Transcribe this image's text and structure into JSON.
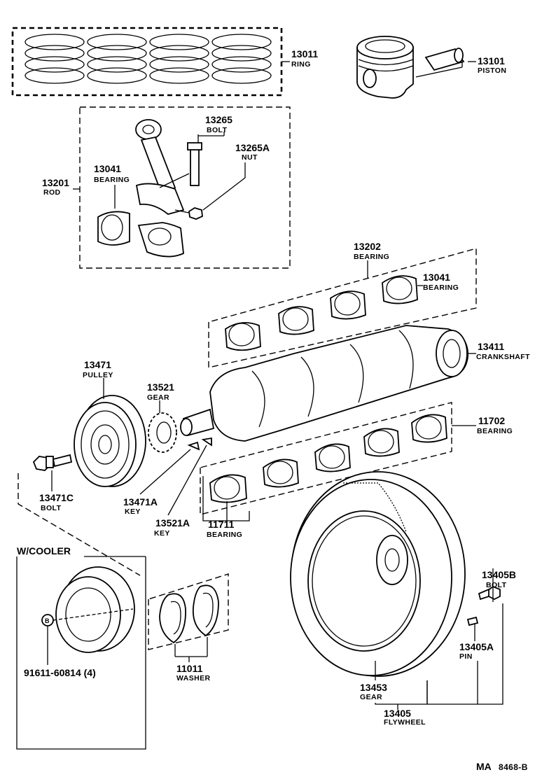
{
  "parts": {
    "ring": {
      "number": "13011",
      "name": "RING"
    },
    "piston": {
      "number": "13101",
      "name": "PISTON"
    },
    "bolt_13265": {
      "number": "13265",
      "name": "BOLT"
    },
    "nut_13265a": {
      "number": "13265A",
      "name": "NUT"
    },
    "rod": {
      "number": "13201",
      "name": "ROD"
    },
    "rod_bearing": {
      "number": "13041",
      "name": "BEARING"
    },
    "bearing_13202": {
      "number": "13202",
      "name": "BEARING"
    },
    "bearing_13041": {
      "number": "13041",
      "name": "BEARING"
    },
    "crankshaft": {
      "number": "13411",
      "name": "CRANKSHAFT"
    },
    "pulley": {
      "number": "13471",
      "name": "PULLEY"
    },
    "gear_13521": {
      "number": "13521",
      "name": "GEAR"
    },
    "bearing_11702": {
      "number": "11702",
      "name": "BEARING"
    },
    "bolt_13471c": {
      "number": "13471C",
      "name": "BOLT"
    },
    "key_13471a": {
      "number": "13471A",
      "name": "KEY"
    },
    "key_13521a": {
      "number": "13521A",
      "name": "KEY"
    },
    "bearing_11711": {
      "number": "11711",
      "name": "BEARING"
    },
    "bolt_13405b": {
      "number": "13405B",
      "name": "BOLT"
    },
    "pin_13405a": {
      "number": "13405A",
      "name": "PIN"
    },
    "gear_13453": {
      "number": "13453",
      "name": "GEAR"
    },
    "flywheel": {
      "number": "13405",
      "name": "FLYWHEEL"
    },
    "washer": {
      "number": "11011",
      "name": "WASHER"
    }
  },
  "cooler": {
    "title": "W/COOLER",
    "callout": "B",
    "part_number": "91611-60814 (4)"
  },
  "code": {
    "prefix": "MA",
    "value": "8468-B"
  }
}
